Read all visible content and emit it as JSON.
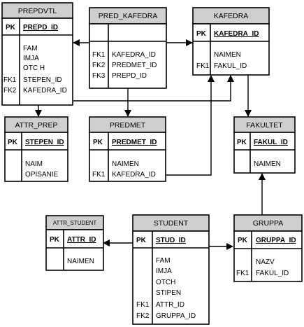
{
  "entities": {
    "prepdvtl": {
      "title": "PREPDVTL",
      "pk_tag": "PK",
      "pk_field": "PREPD_ID",
      "attrs": [
        "FAM",
        "IMJA",
        "OTC H"
      ],
      "fk_tags": [
        "FK1",
        "FK2"
      ],
      "fk_fields": [
        "STEPEN_ID",
        "KAFEDRA_ID"
      ]
    },
    "pred_kafedra": {
      "title": "PRED_KAFEDRA",
      "fk_tags": [
        "FK1",
        "FK2",
        "FK3"
      ],
      "fk_fields": [
        "KAFEDRA_ID",
        "PREDMET_ID",
        "PREPD_ID"
      ]
    },
    "kafedra": {
      "title": "KAFEDRA",
      "pk_tag": "PK",
      "pk_field": "KAFEDRA_ID",
      "attrs": [
        "NAIMEN"
      ],
      "fk_tags": [
        "FK1"
      ],
      "fk_fields": [
        "FAKUL_ID"
      ]
    },
    "attr_prep": {
      "title": "ATTR_PREP",
      "pk_tag": "PK",
      "pk_field": "STEPEN_ID",
      "attrs": [
        "NAIM",
        "OPISANIE"
      ]
    },
    "predmet": {
      "title": "PREDMET",
      "pk_tag": "PK",
      "pk_field": "PREDMET_ID",
      "attrs": [
        "NAIMEN"
      ],
      "fk_tags": [
        "FK1"
      ],
      "fk_fields": [
        "KAFEDRA_ID"
      ]
    },
    "fakultet": {
      "title": "FAKULTET",
      "pk_tag": "PK",
      "pk_field": "FAKUL_ID",
      "attrs": [
        "NAIMEN"
      ]
    },
    "attr_student": {
      "title": "ATTR_STUDENT",
      "pk_tag": "PK",
      "pk_field": "ATTR_ID",
      "attrs": [
        "NAIMEN"
      ]
    },
    "student": {
      "title": "STUDENT",
      "pk_tag": "PK",
      "pk_field": "STUD_ID",
      "attrs": [
        "FAM",
        "IMJA",
        "OTCH",
        "STIPEN"
      ],
      "fk_tags": [
        "FK1",
        "FK2"
      ],
      "fk_fields": [
        "ATTR_ID",
        "GRUPPA_ID"
      ]
    },
    "gruppa": {
      "title": "GRUPPA",
      "pk_tag": "PK",
      "pk_field": "GRUPPA_ID",
      "attrs": [
        "NAZV"
      ],
      "fk_tags": [
        "FK1"
      ],
      "fk_fields": [
        "FAKUL_ID"
      ]
    }
  }
}
